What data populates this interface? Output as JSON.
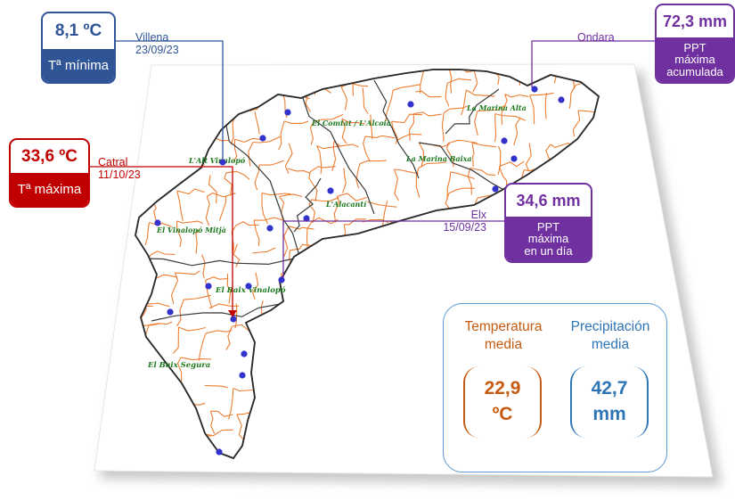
{
  "colors": {
    "min_temp": "#2f5597",
    "max_temp": "#c00000",
    "precip": "#7030a0",
    "mean_temp": "#c55a11",
    "mean_precip": "#2e75b6",
    "municipal_border": "#ed7d31",
    "station_dot": "#3333cc",
    "region_label": "#1e7a1e"
  },
  "callouts": {
    "min_temp": {
      "value": "8,1 ºC",
      "label": "Tª mínima",
      "station": "Villena",
      "date": "23/09/23"
    },
    "max_temp": {
      "value": "33,6 ºC",
      "label": "Tª máxima",
      "station": "Catral",
      "date": "11/10/23"
    },
    "max_accum": {
      "value": "72,3 mm",
      "label_lines": [
        "PPT",
        "máxima",
        "acumulada"
      ],
      "station": "Ondara"
    },
    "max_day": {
      "value": "34,6 mm",
      "label_lines": [
        "PPT",
        "máxima",
        "en un día"
      ],
      "station": "Elx",
      "date": "15/09/23"
    }
  },
  "regions": [
    "La Marina Alta",
    "El Comtat / L'Alcoià",
    "L'Alt Vinalopó",
    "La Marina Baixa",
    "L'Alacantí",
    "El Vinalopó Mitjà",
    "El Baix Vinalopó",
    "El Baix Segura"
  ],
  "summary": {
    "temp_title_lines": [
      "Temperatura",
      "media"
    ],
    "temp_value_lines": [
      "22,9",
      "ºC"
    ],
    "precip_title_lines": [
      "Precipitación",
      "media"
    ],
    "precip_value_lines": [
      "42,7",
      "mm"
    ]
  }
}
